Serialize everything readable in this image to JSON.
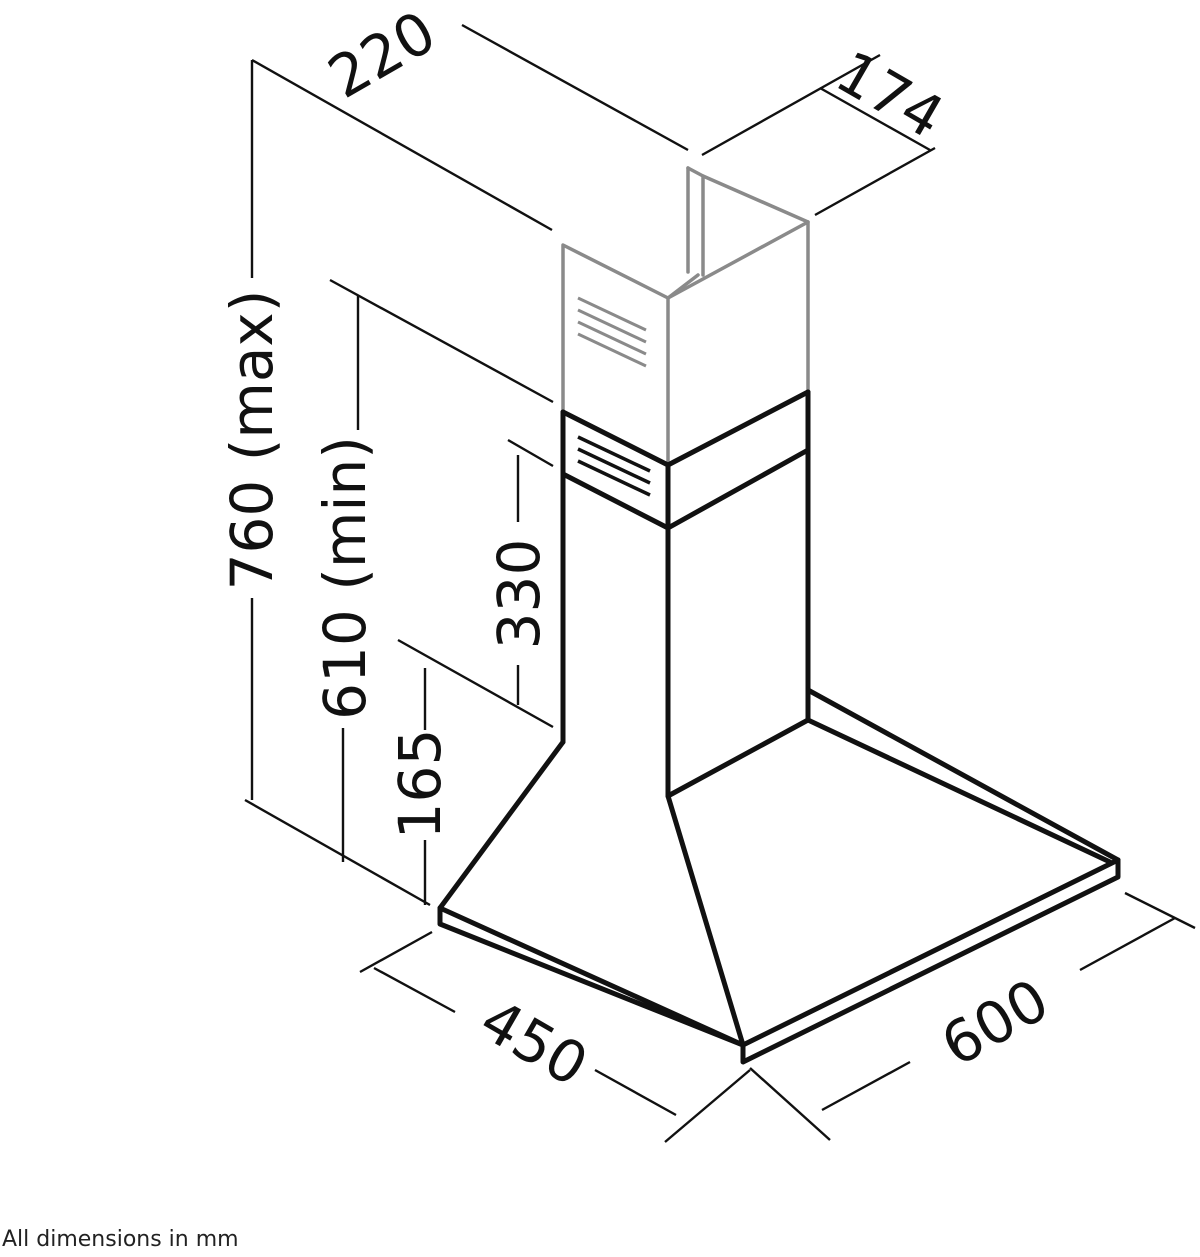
{
  "diagram": {
    "dimensions": {
      "chimney_width": "220",
      "chimney_depth": "174",
      "max_height": "760 (max)",
      "min_height": "610 (min)",
      "chimney_section": "330",
      "canopy_height": "165",
      "depth": "450",
      "width": "600"
    },
    "note": "All dimensions in mm",
    "colors": {
      "line": "#111111",
      "upper_chimney": "#8a8a8a",
      "background": "#ffffff"
    }
  }
}
